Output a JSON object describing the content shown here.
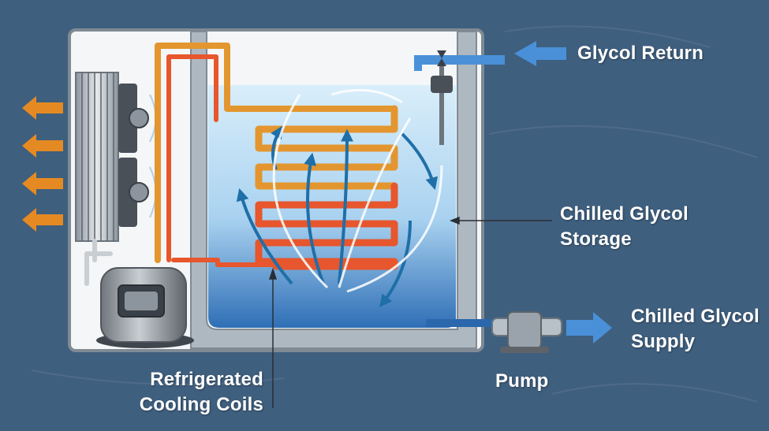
{
  "labels": {
    "glycol_return": "Glycol Return",
    "chilled_storage": [
      "Chilled Glycol",
      "Storage"
    ],
    "chilled_supply": [
      "Chilled Glycol",
      "Supply"
    ],
    "pump": "Pump",
    "cooling_coils": [
      "Refrigerated",
      "Cooling Coils"
    ]
  },
  "colors": {
    "background": "#3f5f7e",
    "tank_wall": "#a9b3bc",
    "glycol_light": "#cfe7f7",
    "glycol_deep": "#2a67ac",
    "coil_orange": "#e3962f",
    "coil_red": "#e7562d",
    "arrow_blue": "#4a90d9",
    "exhaust_orange": "#e58a22",
    "flow_arrow": "#1f6fa8"
  },
  "icons": [
    "exhaust-arrow-icon",
    "inflow-arrow-icon",
    "outflow-arrow-icon",
    "pump-icon",
    "compressor-icon",
    "fan-icon",
    "valve-icon"
  ]
}
